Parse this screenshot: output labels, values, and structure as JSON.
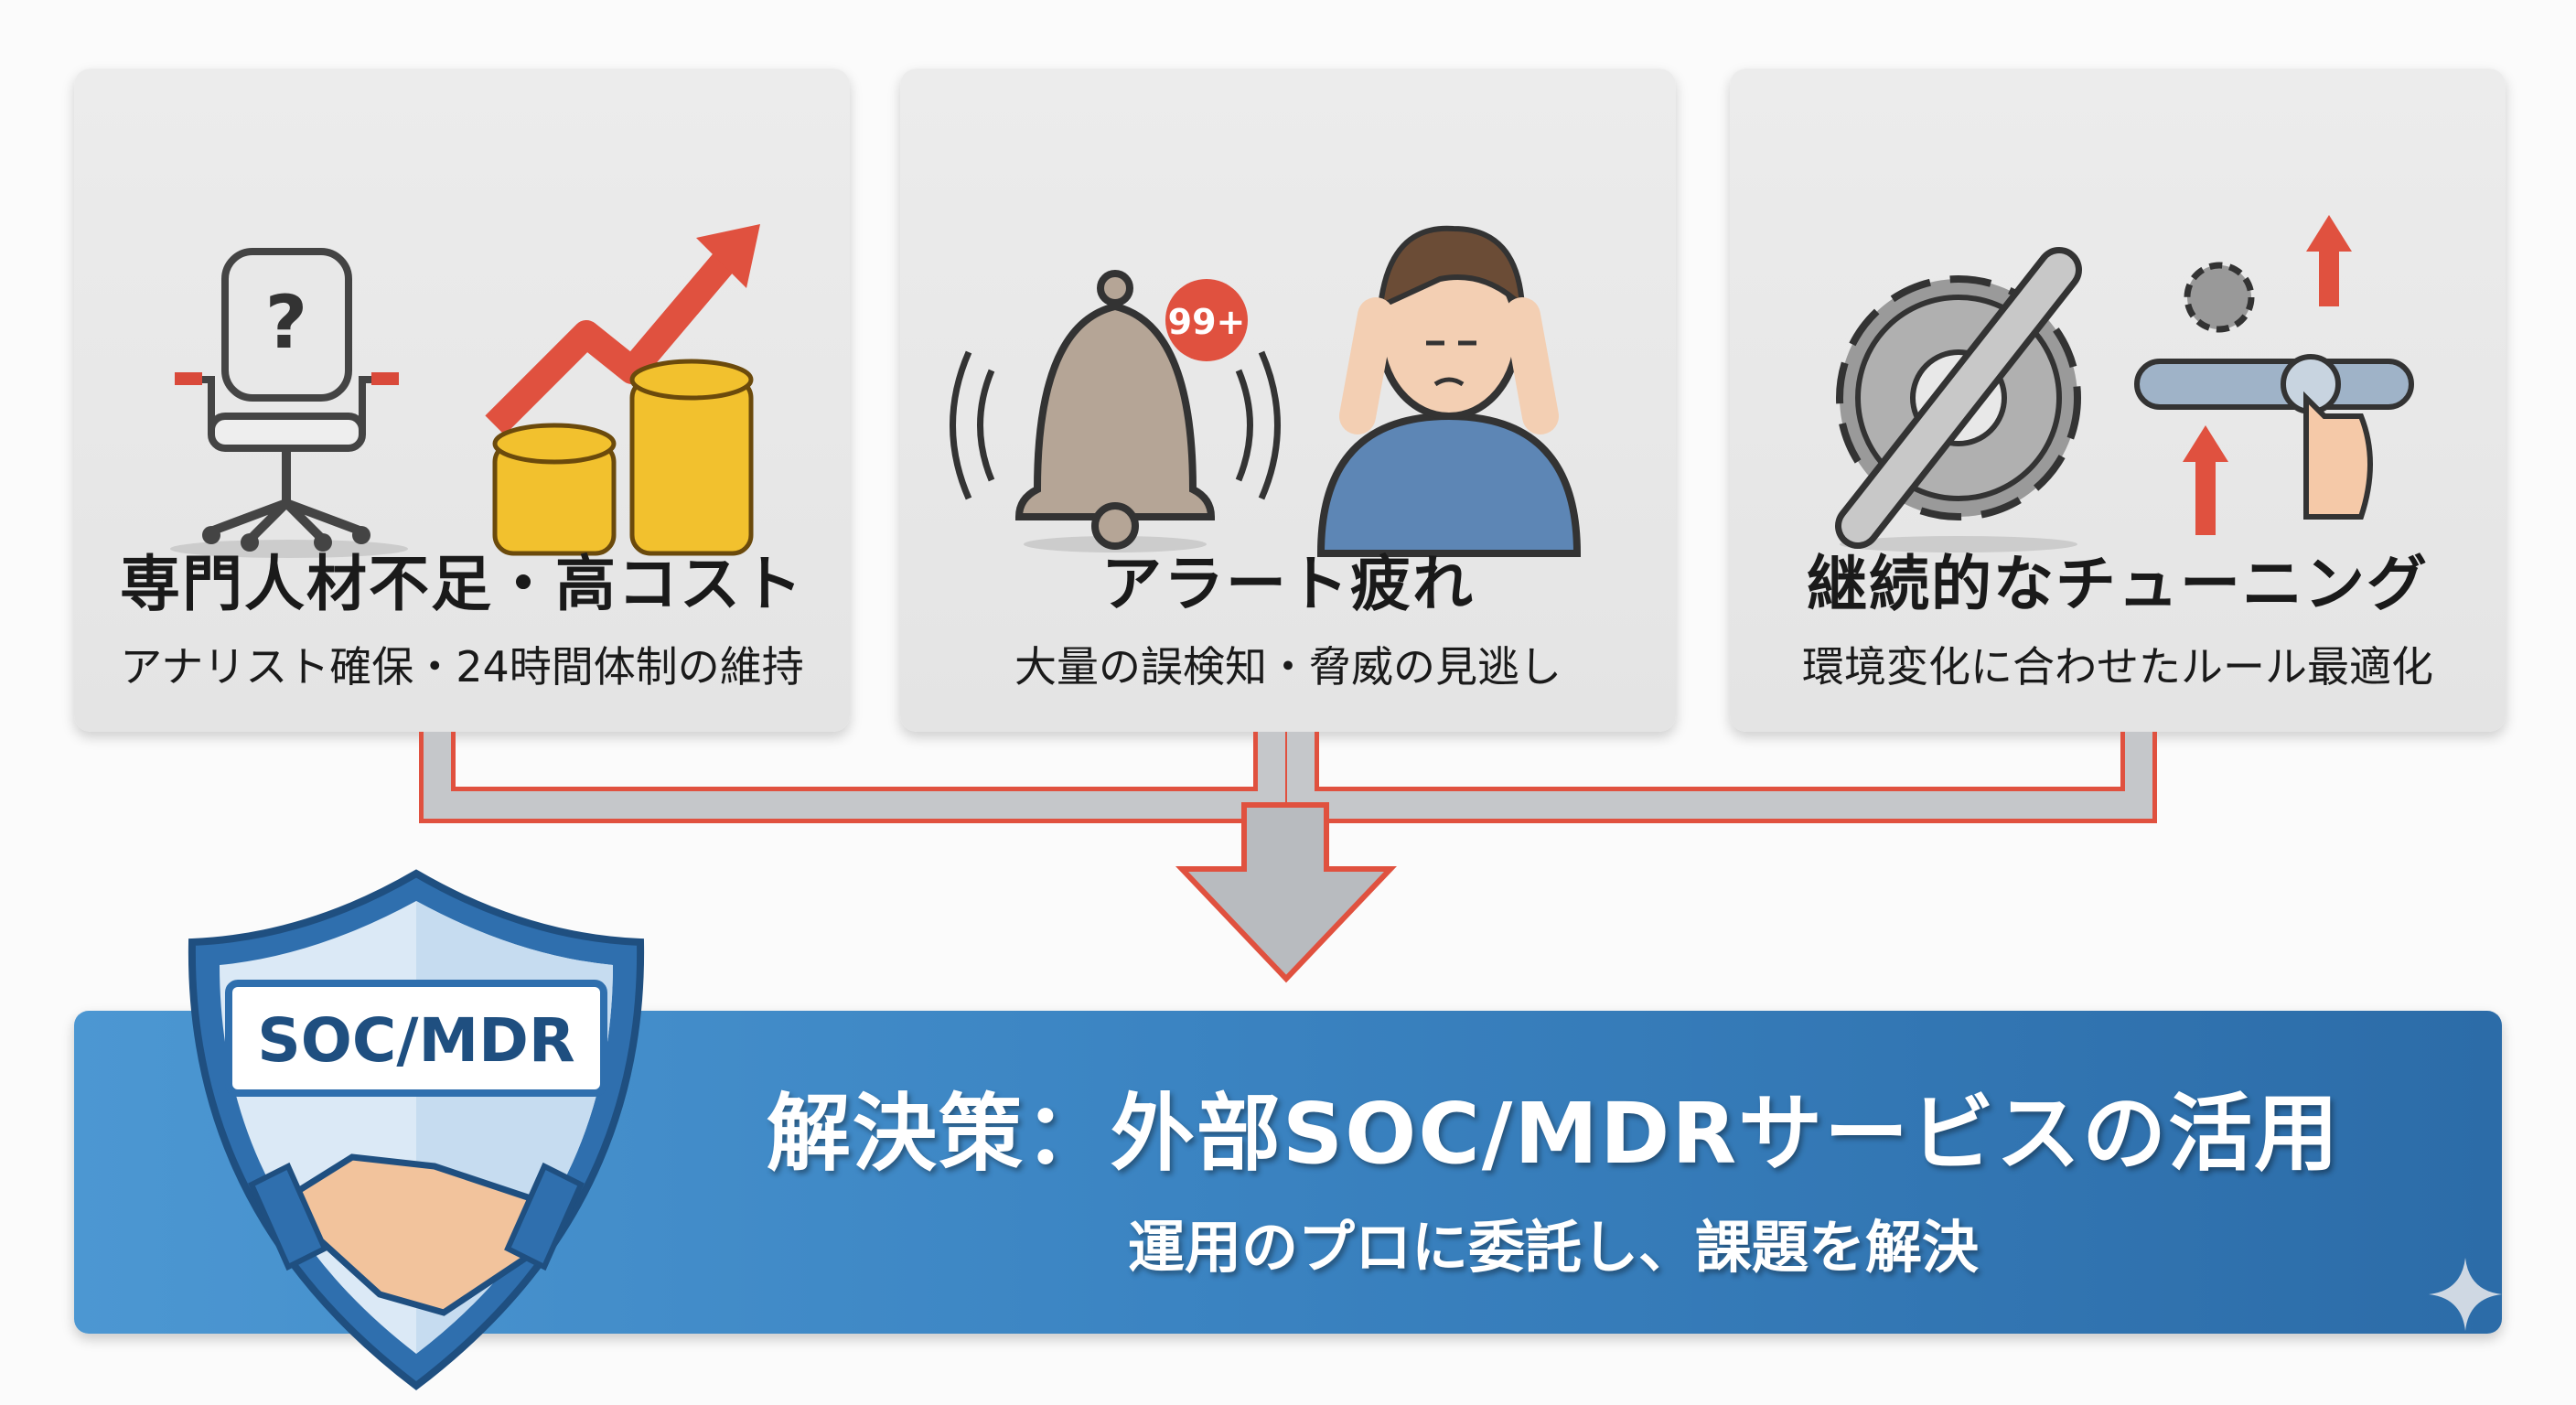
{
  "cards": [
    {
      "title": "専門人材不足・高コスト",
      "subtitle": "アナリスト確保・24時間体制の維持",
      "icons": [
        "empty-office-chair-icon",
        "rising-cost-coins-icon"
      ]
    },
    {
      "title": "アラート疲れ",
      "subtitle": "大量の誤検知・脅威の見逃し",
      "icons": [
        "alert-bell-icon",
        "stressed-person-icon"
      ],
      "badge": "99+"
    },
    {
      "title": "継続的なチューニング",
      "subtitle": "環境変化に合わせたルール最適化",
      "icons": [
        "gear-wrench-icon",
        "slider-adjust-icon"
      ]
    }
  ],
  "solution": {
    "shield_label": "SOC/MDR",
    "title": "解決策：外部SOC/MDRサービスの活用",
    "subtitle": "運用のプロに委託し、課題を解決"
  },
  "colors": {
    "accent_red": "#e0513f",
    "banner_blue": "#3b84c2",
    "shield_blue": "#2f6fae",
    "card_gray": "#e8e8e8"
  }
}
